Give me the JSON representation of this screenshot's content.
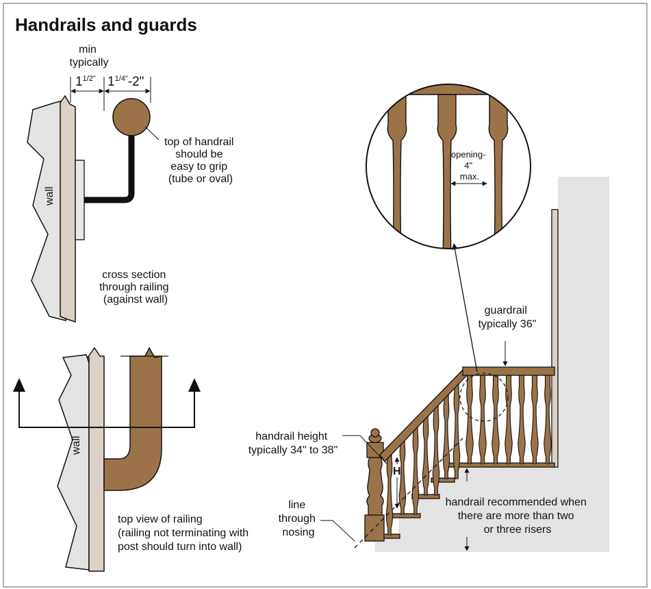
{
  "title": "Handrails and guards",
  "colors": {
    "wood": "#9c7349",
    "wood_dark": "#5a3c1e",
    "wall": "#e3e3e3",
    "trim": "#ddd1c5",
    "outline": "#111111",
    "background": "#ffffff"
  },
  "cross_section": {
    "dim_min_label": "min",
    "dim_typically_label": "typically",
    "dim_clearance_value": "1",
    "dim_clearance_fraction": "1/2\"",
    "dim_diameter_value": "1",
    "dim_diameter_fraction": "1/4\"",
    "dim_diameter_rest": "-2\"",
    "wall_label": "wall",
    "grip_note": [
      "top of handrail",
      "should be",
      "easy to grip",
      "(tube or oval)"
    ],
    "caption": [
      "cross section",
      "through railing",
      "(against wall)"
    ]
  },
  "top_view": {
    "wall_label": "wall",
    "caption": [
      "top view of railing",
      "(railing not terminating with",
      "post should turn into wall)"
    ]
  },
  "detail": {
    "opening_label": [
      "opening-",
      "4\"",
      "max."
    ]
  },
  "stair": {
    "guardrail_label": [
      "guardrail",
      "typically 36\""
    ],
    "handrail_height_label": [
      "handrail height",
      "typically 34\" to 38\""
    ],
    "h_marker": "H",
    "nosing_label": [
      "line",
      "through",
      "nosing"
    ],
    "risers_note": [
      "handrail recommended when",
      "there are more than two",
      "or three risers"
    ]
  }
}
